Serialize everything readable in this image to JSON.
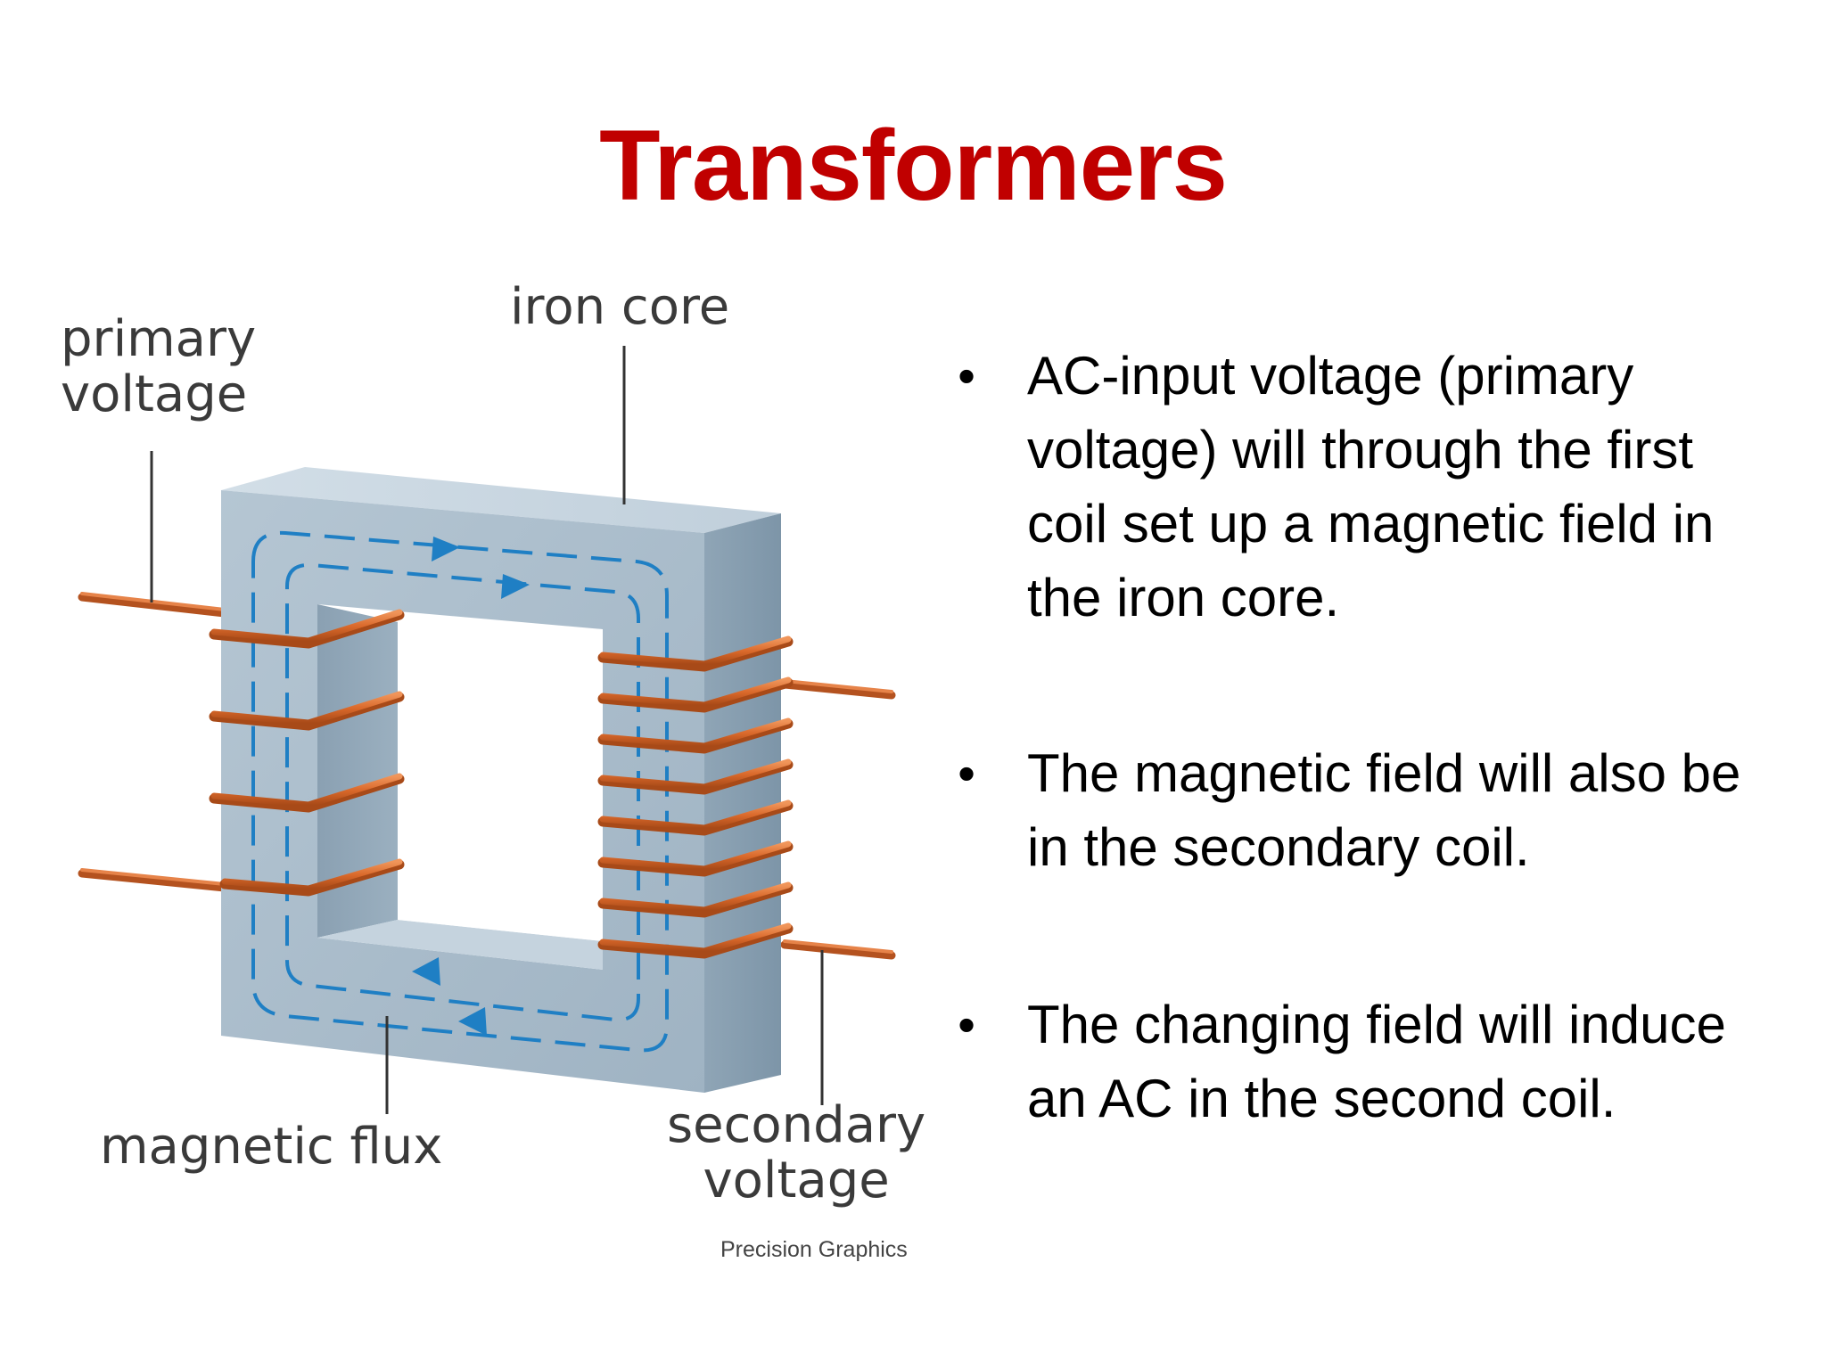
{
  "slide": {
    "title": "Transformers",
    "title_color": "#c00000"
  },
  "diagram": {
    "labels": {
      "primary": "primary\nvoltage",
      "iron_core": "iron core",
      "magnetic_flux": "magnetic flux",
      "secondary": "secondary\nvoltage"
    },
    "credit": "Precision Graphics",
    "primary_turns": 4,
    "secondary_turns": 8,
    "colors": {
      "core_front": "#a9bccb",
      "core_top": "#c8d6e1",
      "core_side": "#8ea4b5",
      "coil": "#d9682a",
      "flux": "#1f7fc4"
    }
  },
  "bullets": [
    {
      "text": "AC-input voltage (primary voltage) will through the first coil set up a magnetic field in the iron core."
    },
    {
      "text": "The magnetic field will also be in the secondary coil."
    },
    {
      "text": "The changing field will induce an AC in the second coil."
    }
  ],
  "bullet_symbol": "•"
}
